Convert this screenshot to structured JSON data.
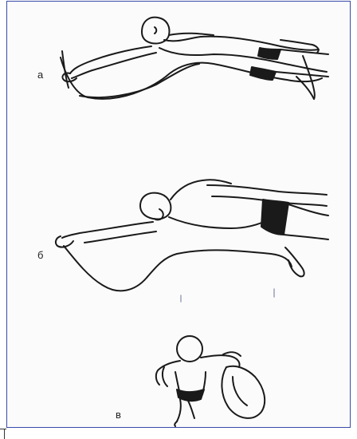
{
  "figure": {
    "labels": {
      "a": "а",
      "b": "б",
      "c": "в"
    }
  },
  "colors": {
    "ink": "#1a1a1a",
    "frame": "#3a4aa8",
    "paper": "#fbfbfb"
  }
}
